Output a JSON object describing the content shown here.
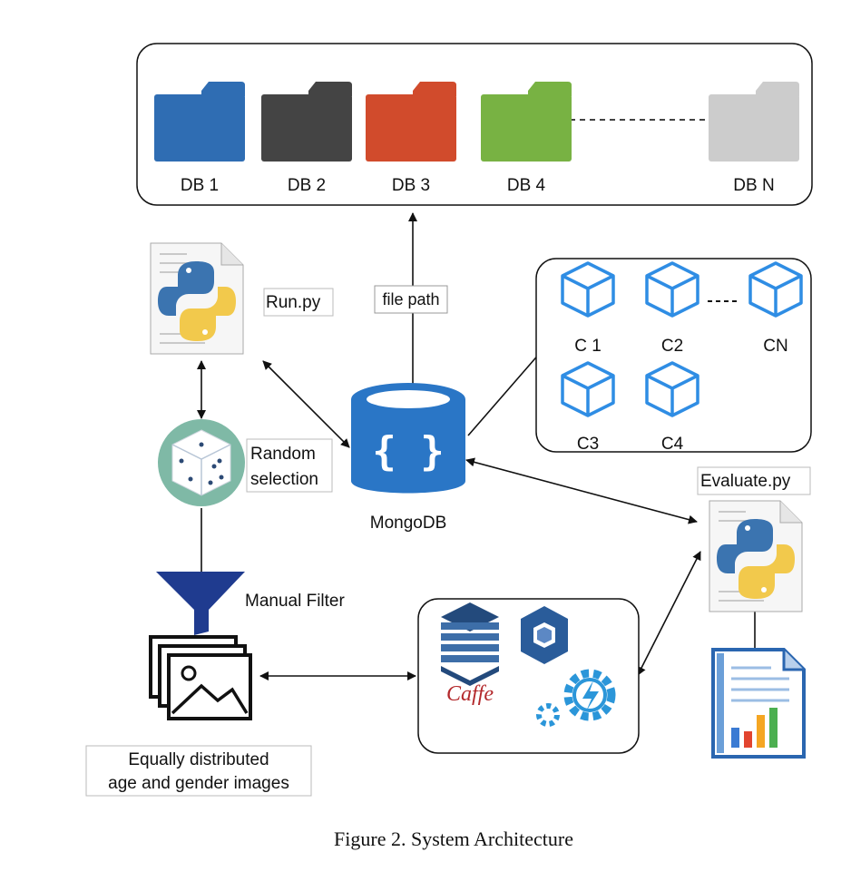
{
  "databases": [
    {
      "label": "DB 1",
      "color": "#2f6db3"
    },
    {
      "label": "DB 2",
      "color": "#444444"
    },
    {
      "label": "DB 3",
      "color": "#d14b2c"
    },
    {
      "label": "DB 4",
      "color": "#78b243"
    },
    {
      "label": "DB N",
      "color": "#cccccc"
    }
  ],
  "edge_labels": {
    "file_path": "file path"
  },
  "scripts": {
    "run": "Run.py",
    "evaluate": "Evaluate.py"
  },
  "random": {
    "line1": "Random",
    "line2": "selection"
  },
  "mongodb": {
    "label": "MongoDB",
    "glyph": "{ }"
  },
  "collections": [
    "C 1",
    "C2",
    "CN",
    "C3",
    "C4"
  ],
  "filter": {
    "label": "Manual Filter"
  },
  "images": {
    "line1": "Equally distributed",
    "line2": "age and gender images"
  },
  "frameworks": {
    "caffe": "Caffe"
  },
  "caption": "Figure 2. System Architecture",
  "icons": {
    "folder": "folder-icon",
    "python": "python-file-icon",
    "dice": "dice-icon",
    "database": "mongodb-icon",
    "cube": "cube-icon",
    "funnel": "funnel-icon",
    "images": "image-stack-icon",
    "report": "report-chart-icon"
  }
}
